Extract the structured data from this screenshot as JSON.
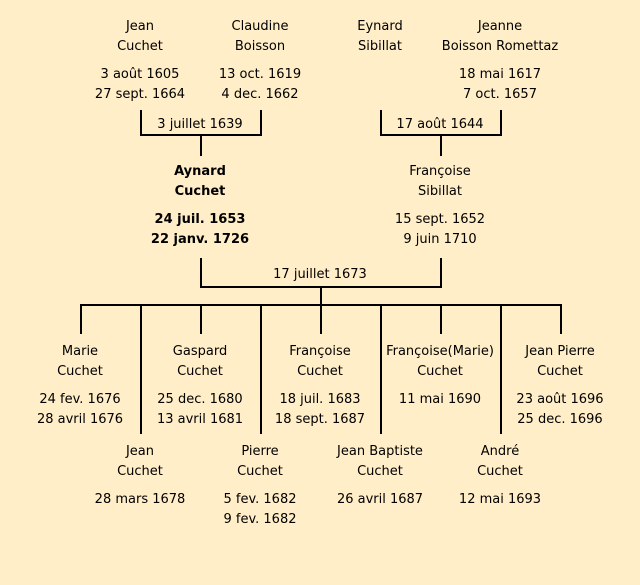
{
  "grandparents_left": {
    "father": {
      "first": "Jean",
      "last": "Cuchet",
      "birth": "3 août 1605",
      "death": "27 sept. 1664"
    },
    "mother": {
      "first": "Claudine",
      "last": "Boisson",
      "birth": "13 oct. 1619",
      "death": "4 dec. 1662"
    },
    "marriage": "3 juillet 1639"
  },
  "grandparents_right": {
    "father": {
      "first": "Eynard",
      "last": "Sibillat"
    },
    "mother": {
      "first": "Jeanne",
      "last": "Boisson Romettaz",
      "birth": "18 mai 1617",
      "death": "7 oct. 1657"
    },
    "marriage": "17 août 1644"
  },
  "parents": {
    "father": {
      "first": "Aynard",
      "last": "Cuchet",
      "birth": "24 juil. 1653",
      "death": "22 janv. 1726"
    },
    "mother": {
      "first": "Françoise",
      "last": "Sibillat",
      "birth": "15 sept. 1652",
      "death": "9 juin 1710"
    },
    "marriage": "17 juillet 1673"
  },
  "children": [
    {
      "first": "Marie",
      "last": "Cuchet",
      "birth": "24 fev. 1676",
      "death": "28 avril 1676"
    },
    {
      "first": "Jean",
      "last": "Cuchet",
      "birth": "28 mars 1678"
    },
    {
      "first": "Gaspard",
      "last": "Cuchet",
      "birth": "25 dec. 1680",
      "death": "13 avril 1681"
    },
    {
      "first": "Pierre",
      "last": "Cuchet",
      "birth": "5 fev. 1682",
      "death": "9 fev. 1682"
    },
    {
      "first": "Françoise",
      "last": "Cuchet",
      "birth": "18 juil. 1683",
      "death": "18 sept. 1687"
    },
    {
      "first": "Jean Baptiste",
      "last": "Cuchet",
      "birth": "26 avril 1687"
    },
    {
      "first": "Françoise(Marie)",
      "last": "Cuchet",
      "birth": "11 mai 1690"
    },
    {
      "first": "André",
      "last": "Cuchet",
      "birth": "12 mai 1693"
    },
    {
      "first": "Jean Pierre",
      "last": "Cuchet",
      "birth": "23 août 1696",
      "death": "25 dec. 1696"
    }
  ]
}
